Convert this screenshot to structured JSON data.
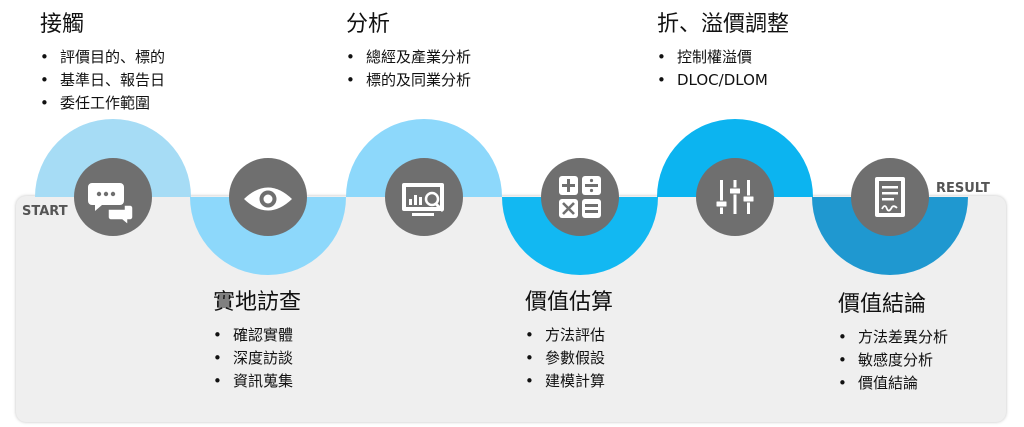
{
  "labels": {
    "start": "START",
    "result": "RESULT"
  },
  "colors": {
    "light_blue": "#a6dcf5",
    "mid_blue": "#8dd8fb",
    "bright_blue": "#0fb6f2",
    "dark_blue": "#1f98d0",
    "icon_gray": "#6f6f6f",
    "band_gray": "#efefef"
  },
  "steps": [
    {
      "title": "接觸",
      "icon": "chat-icon",
      "bullets": [
        "評價目的、標的",
        "基準日、報告日",
        "委任工作範圍"
      ]
    },
    {
      "title": "實地訪查",
      "icon": "eye-icon",
      "bullets": [
        "確認實體",
        "深度訪談",
        "資訊蒐集"
      ]
    },
    {
      "title": "分析",
      "icon": "analysis-icon",
      "bullets": [
        "總經及產業分析",
        "標的及同業分析"
      ]
    },
    {
      "title": "價值估算",
      "icon": "calculator-icon",
      "bullets": [
        "方法評估",
        "參數假設",
        "建模計算"
      ]
    },
    {
      "title": "折、溢價調整",
      "icon": "sliders-icon",
      "bullets": [
        "控制權溢價",
        "DLOC/DLOM"
      ]
    },
    {
      "title": "價值結論",
      "icon": "report-icon",
      "bullets": [
        "方法差異分析",
        "敏感度分析",
        "價值結論"
      ]
    }
  ]
}
